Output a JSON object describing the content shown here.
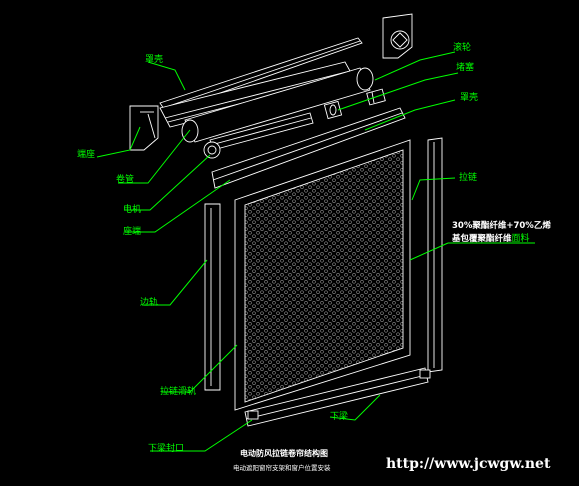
{
  "labels": {
    "cover_top": "罩壳",
    "cover_right": "罩壳",
    "end_cap": "端座",
    "roller_tube": "卷管",
    "motor": "电机",
    "end_left": "座端",
    "side_rail_left": "边轨",
    "zip_guide": "拉链滑轨",
    "bottom_seal": "下梁封口",
    "pulley": "滚轮",
    "plug": "堵塞",
    "zipper": "拉链",
    "bottom_bar": "下梁"
  },
  "fabric_note": {
    "line1": "30%聚酯纤维+70%乙烯",
    "line2_a": "基包覆聚酯纤维",
    "line2_b": "面料"
  },
  "caption": {
    "line1": "电动防风拉链卷帘结构图",
    "line2": "电动遮阳窗帘支架和窗户位置安装"
  },
  "watermark": "http://www.jcwgw.net",
  "colors": {
    "background": "#000000",
    "label": "#00ff00",
    "line": "#ffffff",
    "highlight": "#00ffff"
  }
}
